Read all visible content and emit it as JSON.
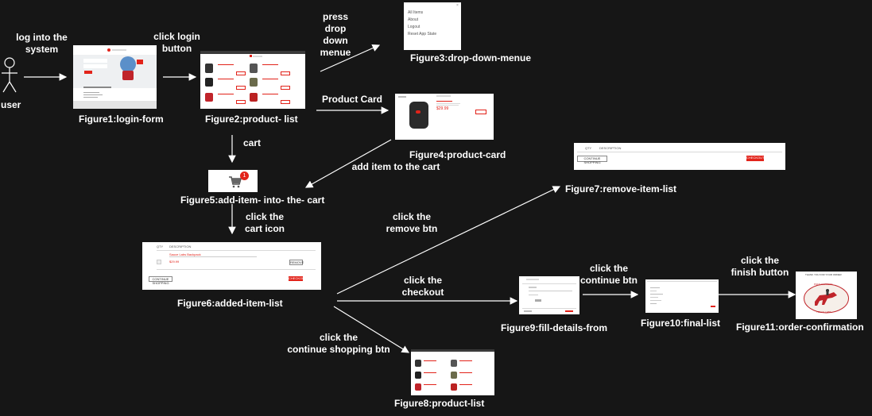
{
  "actor": {
    "label": "user"
  },
  "edge_labels": {
    "login": "log into the\nsystem",
    "click_login": "click login\nbutton",
    "press_dropdown": "press\ndrop\ndown\nmenue",
    "product_card": "Product Card",
    "cart": "cart",
    "add_item": "add item to the cart",
    "click_cart_icon": "click the\ncart icon",
    "click_remove": "click the\nremove btn",
    "click_checkout": "click the\ncheckout",
    "click_continue_shopping": "click the\ncontinue shopping btn",
    "click_continue": "click the\ncontinue btn",
    "click_finish": "click the\nfinish button"
  },
  "figures": {
    "f1": "Figure1:login-form",
    "f2": "Figure2:product- list",
    "f3": "Figure3:drop-down-menue",
    "f4": "Figure4:product-card",
    "f5": "Figure5:add-item- into- the- cart",
    "f6": "Figure6:added-item-list",
    "f7": "Figure7:remove-item-list",
    "f8": "Figure8:product-list",
    "f9": "Figure9:fill-details-from",
    "f10": "Figure10:final-list",
    "f11": "Figure11:order-confirmation"
  },
  "screens": {
    "cart_badge": "1",
    "menu_items": [
      "All Items",
      "About",
      "Logout",
      "Reset App State"
    ],
    "product_price": "$29.99",
    "cart_headers": {
      "qty": "QTY",
      "desc": "DESCRIPTION"
    },
    "cart_item_name": "Sauce Labs Backpack",
    "cart_item_price": "$29.99",
    "continue_shopping": "CONTINUE SHOPPING",
    "checkout": "CHECKOUT",
    "remove": "REMOVE",
    "confirm_title": "THANK YOU FOR YOUR ORDER",
    "confirm_logo_top": "PONY EXPRESS",
    "confirm_logo_bottom": "TRACK LABS"
  },
  "colors": {
    "background": "#161616",
    "accent": "#e2231a",
    "arrow": "#ffffff"
  }
}
